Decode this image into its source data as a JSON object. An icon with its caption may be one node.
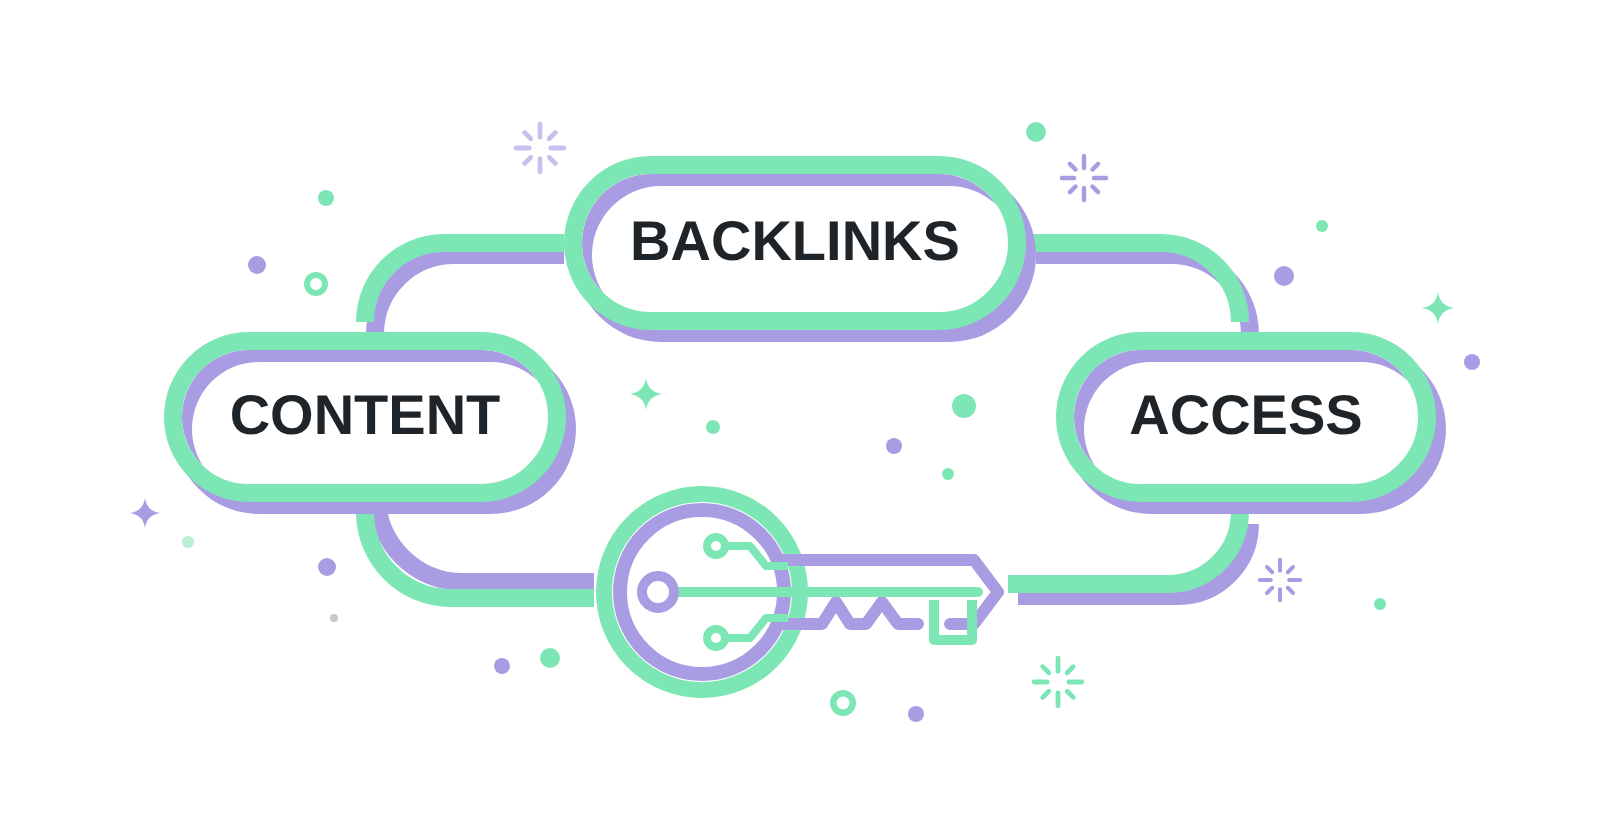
{
  "diagram": {
    "nodes": [
      {
        "text": [
          "BACKLINKS"
        ]
      },
      {
        "text": [
          "CONTENT"
        ]
      },
      {
        "text": [
          "ACCESS"
        ]
      },
      {
        "text": [],
        "shape": "picture"
      }
    ],
    "edges": [
      {
        "from": 1,
        "to": 0,
        "arrow": "none"
      },
      {
        "from": 0,
        "to": 2,
        "arrow": "none"
      },
      {
        "from": 1,
        "to": 3,
        "arrow": "none"
      },
      {
        "from": 3,
        "to": 2,
        "arrow": "none"
      }
    ]
  }
}
